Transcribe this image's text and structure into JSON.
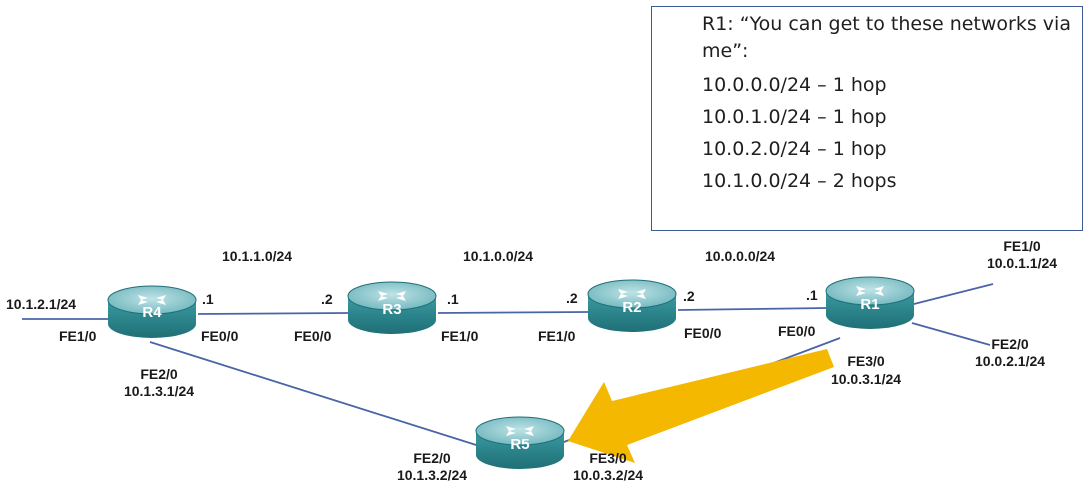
{
  "callout": {
    "header": "R1: “You can get to these networks via me”:",
    "routes": [
      "10.0.0.0/24 – 1 hop",
      "10.0.1.0/24 – 1 hop",
      "10.0.2.0/24 – 1 hop",
      "10.1.0.0/24 – 2 hops"
    ]
  },
  "networks": {
    "r4_r3": "10.1.1.0/24",
    "r3_r2": "10.1.0.0/24",
    "r2_r1": "10.0.0.0/24"
  },
  "routers": {
    "r1": {
      "name": "R1"
    },
    "r2": {
      "name": "R2"
    },
    "r3": {
      "name": "R3"
    },
    "r4": {
      "name": "R4"
    },
    "r5": {
      "name": "R5"
    }
  },
  "interfaces": {
    "r4_fe10_ip": "10.1.2.1/24",
    "r4_fe10": "FE1/0",
    "r4_host_r3side": ".1",
    "r4_fe00": "FE0/0",
    "r4_fe20": "FE2/0",
    "r4_fe20_ip": "10.1.3.1/24",
    "r3_host_r4side": ".2",
    "r3_fe00": "FE0/0",
    "r3_host_r2side": ".1",
    "r3_fe10": "FE1/0",
    "r2_host_r3side": ".2",
    "r2_fe10": "FE1/0",
    "r2_host_r1side": ".2",
    "r2_fe00": "FE0/0",
    "r1_host_r2side": ".1",
    "r1_fe00": "FE0/0",
    "r1_fe10": "FE1/0",
    "r1_fe10_ip": "10.0.1.1/24",
    "r1_fe20": "FE2/0",
    "r1_fe20_ip": "10.0.2.1/24",
    "r1_fe30": "FE3/0",
    "r1_fe30_ip": "10.0.3.1/24",
    "r5_fe20": "FE2/0",
    "r5_fe20_ip": "10.1.3.2/24",
    "r5_fe30": "FE3/0",
    "r5_fe30_ip": "10.0.3.2/24"
  },
  "colors": {
    "link": "#4a64a8",
    "router_body": "#2f8c93",
    "router_top": "#8fc9cf",
    "arrow": "#f5b800",
    "callout_border": "#3d5a96"
  }
}
